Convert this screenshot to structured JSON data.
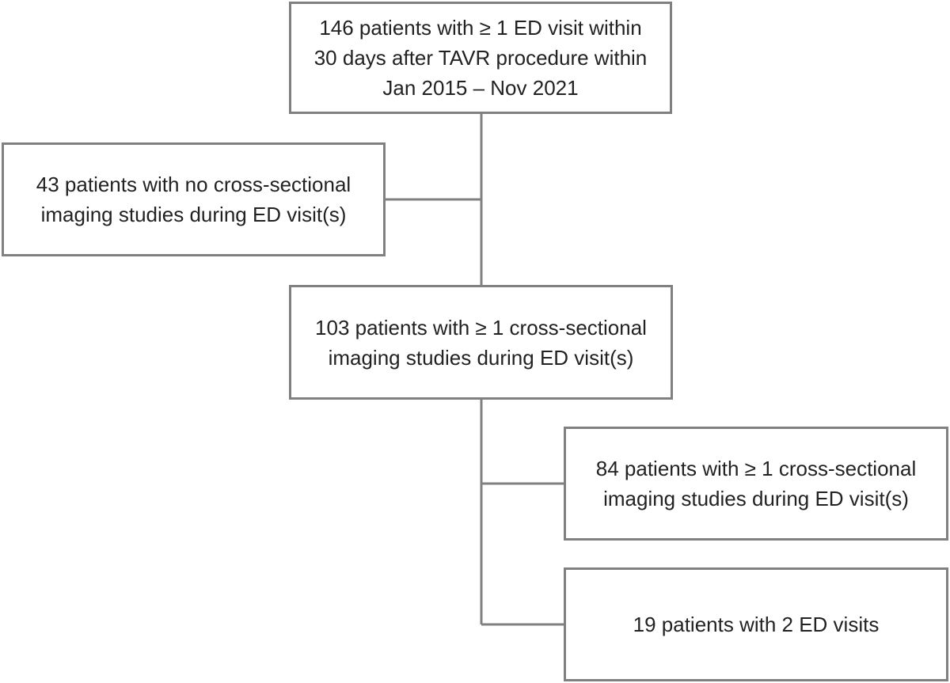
{
  "diagram": {
    "line_color": "#808080",
    "box_border_color": "#808080",
    "text_color": "#222222",
    "boxes": [
      {
        "id": "box-1",
        "text": "146 patients with ≥ 1 ED visit within\n30 days after TAVR procedure within\nJan 2015 – Nov 2021"
      },
      {
        "id": "box-2",
        "text": "43 patients with no cross-sectional\nimaging studies during ED visit(s)"
      },
      {
        "id": "box-3",
        "text": "103 patients with ≥ 1 cross-sectional\nimaging studies during ED visit(s)"
      },
      {
        "id": "box-4",
        "text": "84 patients with ≥ 1 cross-sectional\nimaging studies during ED visit(s)"
      },
      {
        "id": "box-5",
        "text": "19 patients with 2 ED visits"
      }
    ]
  }
}
